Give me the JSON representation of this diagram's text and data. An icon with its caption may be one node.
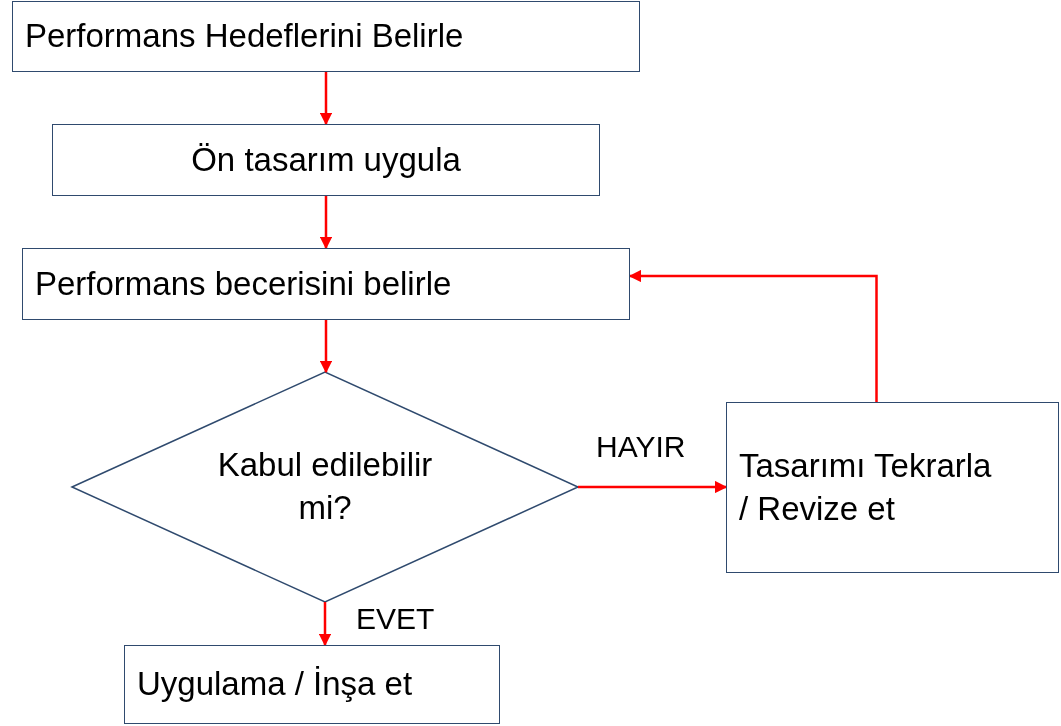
{
  "diagram": {
    "nodes": [
      {
        "text": [
          "Performans Hedeflerini Belirle"
        ]
      },
      {
        "text": [
          "Ön tasarım uygula"
        ]
      },
      {
        "text": [
          "Performans becerisini belirle"
        ]
      },
      {
        "text": [
          "Kabul edilebilir mi?"
        ]
      },
      {
        "text": [
          "Tasarımı Tekrarla / Revize et"
        ]
      },
      {
        "text": [
          "Uygulama / İnşa et"
        ]
      }
    ],
    "edges": [
      {
        "from": 0,
        "to": 1,
        "arrow": "to"
      },
      {
        "from": 1,
        "to": 2,
        "arrow": "to"
      },
      {
        "from": 2,
        "to": 3,
        "arrow": "to"
      },
      {
        "from": 3,
        "to": 4,
        "arrow": "to",
        "label": "HAYIR"
      },
      {
        "from": 3,
        "to": 5,
        "arrow": "to",
        "label": "EVET"
      },
      {
        "from": 4,
        "to": 2,
        "arrow": "to"
      }
    ]
  }
}
